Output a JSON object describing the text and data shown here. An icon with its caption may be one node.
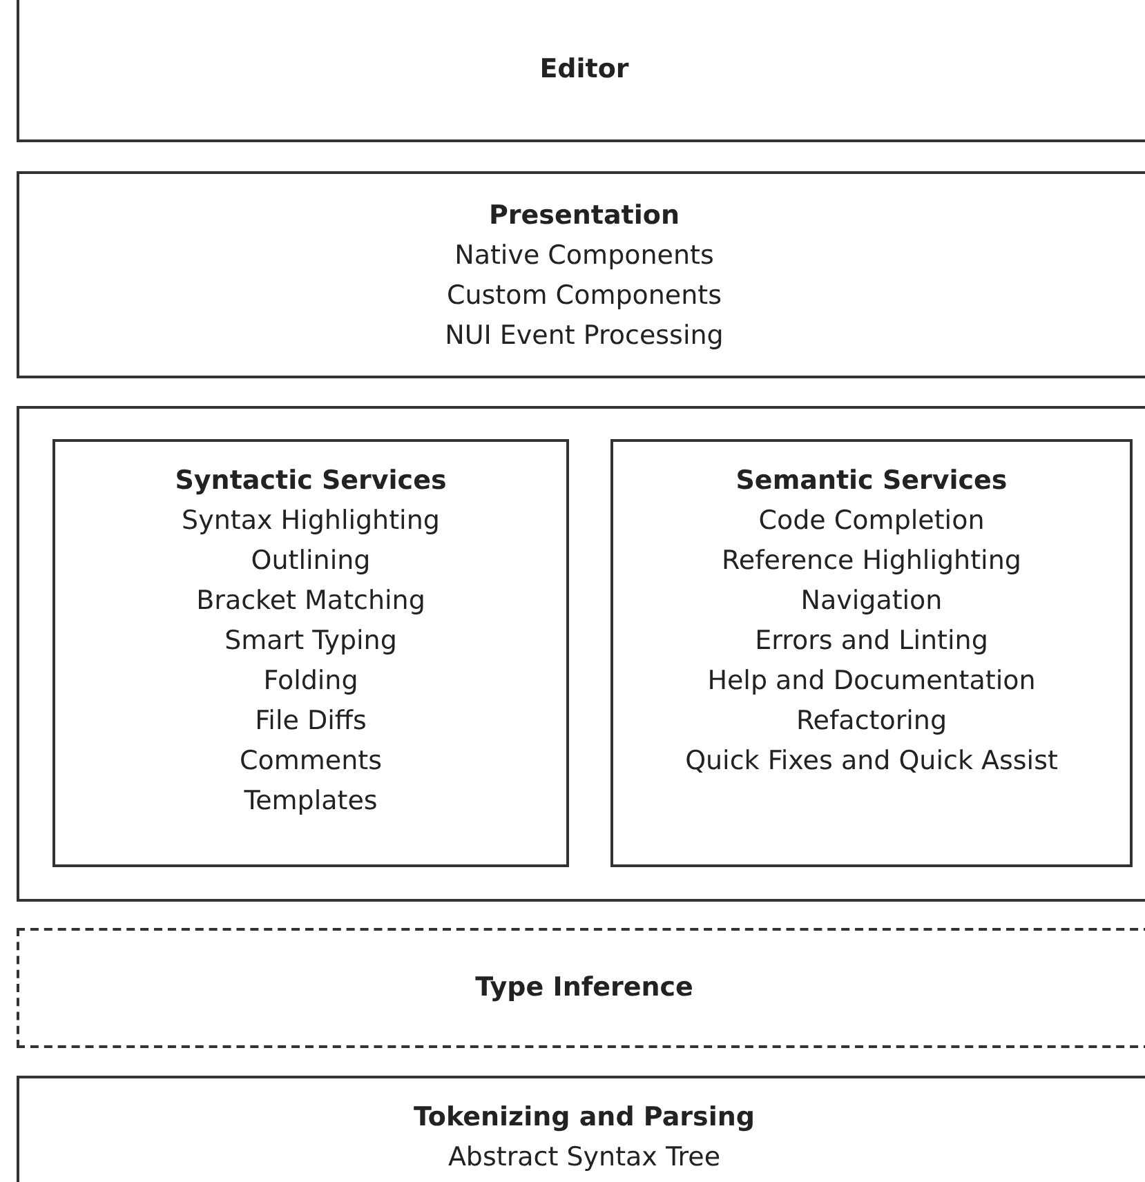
{
  "diagram": {
    "nodes": [
      {
        "text": [
          "Editor"
        ]
      },
      {
        "text": [
          "Presentation",
          "Native Components",
          "Custom Components",
          "NUI Event Processing"
        ]
      },
      {
        "text": [],
        "shape": "box"
      },
      {
        "text": [
          "Syntactic Services",
          "Syntax Highlighting",
          "Outlining",
          "Bracket Matching",
          "Smart Typing",
          "Folding",
          "File Diffs",
          "Comments",
          "Templates"
        ],
        "in": 2
      },
      {
        "text": [
          "Semantic Services",
          "Code Completion",
          "Reference Highlighting",
          "Navigation",
          "Errors and Linting",
          "Help and Documentation",
          "Refactoring",
          "Quick Fixes and Quick Assist"
        ],
        "in": 2
      },
      {
        "text": [
          "Type Inference"
        ]
      },
      {
        "text": [
          "Tokenizing and Parsing",
          "Abstract Syntax Tree"
        ]
      }
    ],
    "edges": []
  }
}
